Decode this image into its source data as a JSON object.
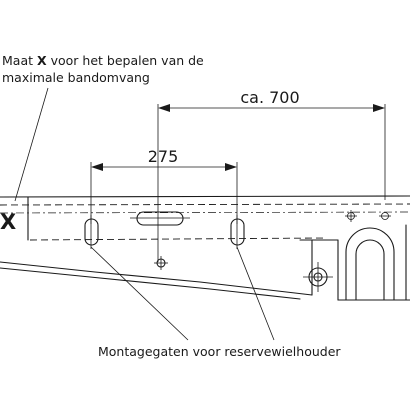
{
  "note_x": {
    "prefix": "Maat ",
    "symbol": "X",
    "suffix": " voor het bepalen van de",
    "line2": "maximale bandomvang"
  },
  "x_marker": "X",
  "dim_275": "275",
  "dim_700": "ca. 700",
  "caption_holes": "Montagegaten voor reservewielhouder"
}
